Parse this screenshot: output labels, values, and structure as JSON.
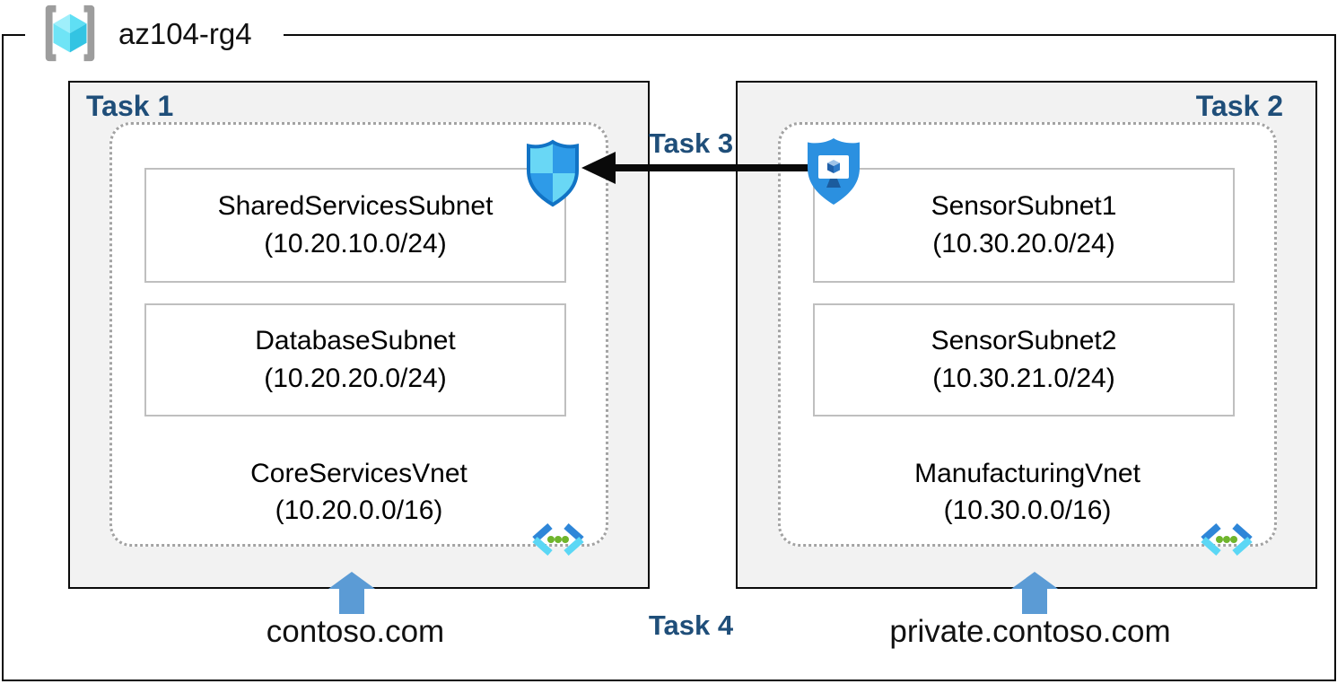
{
  "resource_group": {
    "name": "az104-rg4",
    "icon": "resource-group-icon"
  },
  "left_group": {
    "task_label": "Task 1",
    "subnets": [
      {
        "name": "SharedServicesSubnet",
        "cidr": "(10.20.10.0/24)"
      },
      {
        "name": "DatabaseSubnet",
        "cidr": "(10.20.20.0/24)"
      }
    ],
    "vnet_name": "CoreServicesVnet",
    "vnet_cidr": "(10.20.0.0/16)",
    "dns_zone": "contoso.com"
  },
  "right_group": {
    "task_label": "Task 2",
    "subnets": [
      {
        "name": "SensorSubnet1",
        "cidr": "(10.30.20.0/24)"
      },
      {
        "name": "SensorSubnet2",
        "cidr": "(10.30.21.0/24)"
      }
    ],
    "vnet_name": "ManufacturingVnet",
    "vnet_cidr": "(10.30.0.0/16)",
    "dns_zone": "private.contoso.com"
  },
  "annotations": {
    "task3_label": "Task 3",
    "task4_label": "Task 4"
  },
  "icons": {
    "resource_group": "resource-group-icon",
    "nsg": "network-security-group-icon",
    "bastion": "bastion-icon",
    "vnet": "virtual-network-icon",
    "dns": "up-arrow-icon",
    "peering_arrow": "left-arrow-icon"
  },
  "colors": {
    "task_label": "#1F4E79",
    "group_fill": "#F2F2F2",
    "group_border": "#0A0A0A",
    "dashed_border": "#A3A3A3",
    "subnet_border": "#BFBFBF",
    "arrow_blue": "#5B9BD5",
    "nsg_light": "#69D7F5",
    "nsg_dark": "#2E9BE8",
    "nsg_border": "#1173C5",
    "bastion_blue": "#2B90E0",
    "bastion_dark": "#1B5C9E",
    "vnet_blue": "#2E86D8",
    "vnet_cyan": "#5BD7F5",
    "dot_green": "#6FB52C",
    "rg_bracket": "#9D9D9D"
  }
}
